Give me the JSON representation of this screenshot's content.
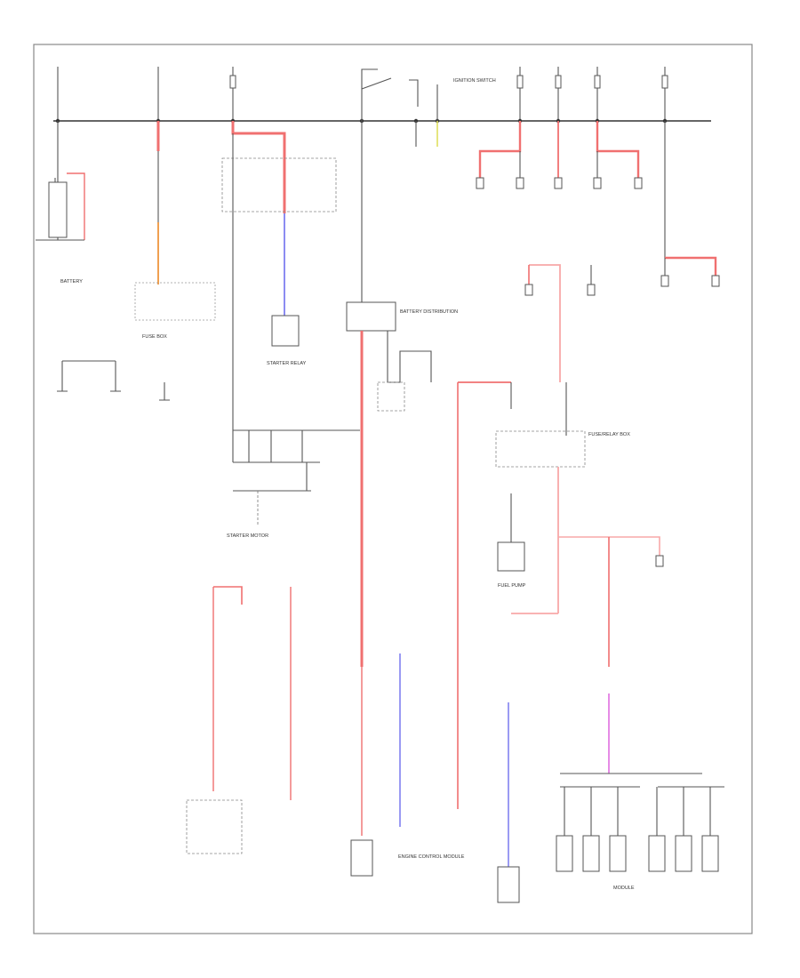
{
  "diagram": {
    "footer_code": "",
    "colors": {
      "wire_default": "#555555",
      "wire_red": "#f07070",
      "wire_light_red": "#f8a8a8",
      "wire_blue": "#7070ee",
      "wire_orange": "#f0a050",
      "wire_yellow": "#e0e060",
      "frame": "#888888",
      "background": "#ffffff"
    },
    "labels": {
      "battery_block": "BATTERY",
      "main_fuse_block": "FUSE BOX",
      "battery_distribution": "BATTERY DISTRIBUTION",
      "starter_relay": "STARTER RELAY",
      "fuse_relay_box": "FUSE/RELAY BOX",
      "starter_motor": "STARTER MOTOR",
      "engine_control": "ENGINE CONTROL MODULE",
      "fuel_pump": "FUEL PUMP",
      "ignition_switch": "IGNITION SWITCH",
      "module_row": "MODULE"
    }
  }
}
